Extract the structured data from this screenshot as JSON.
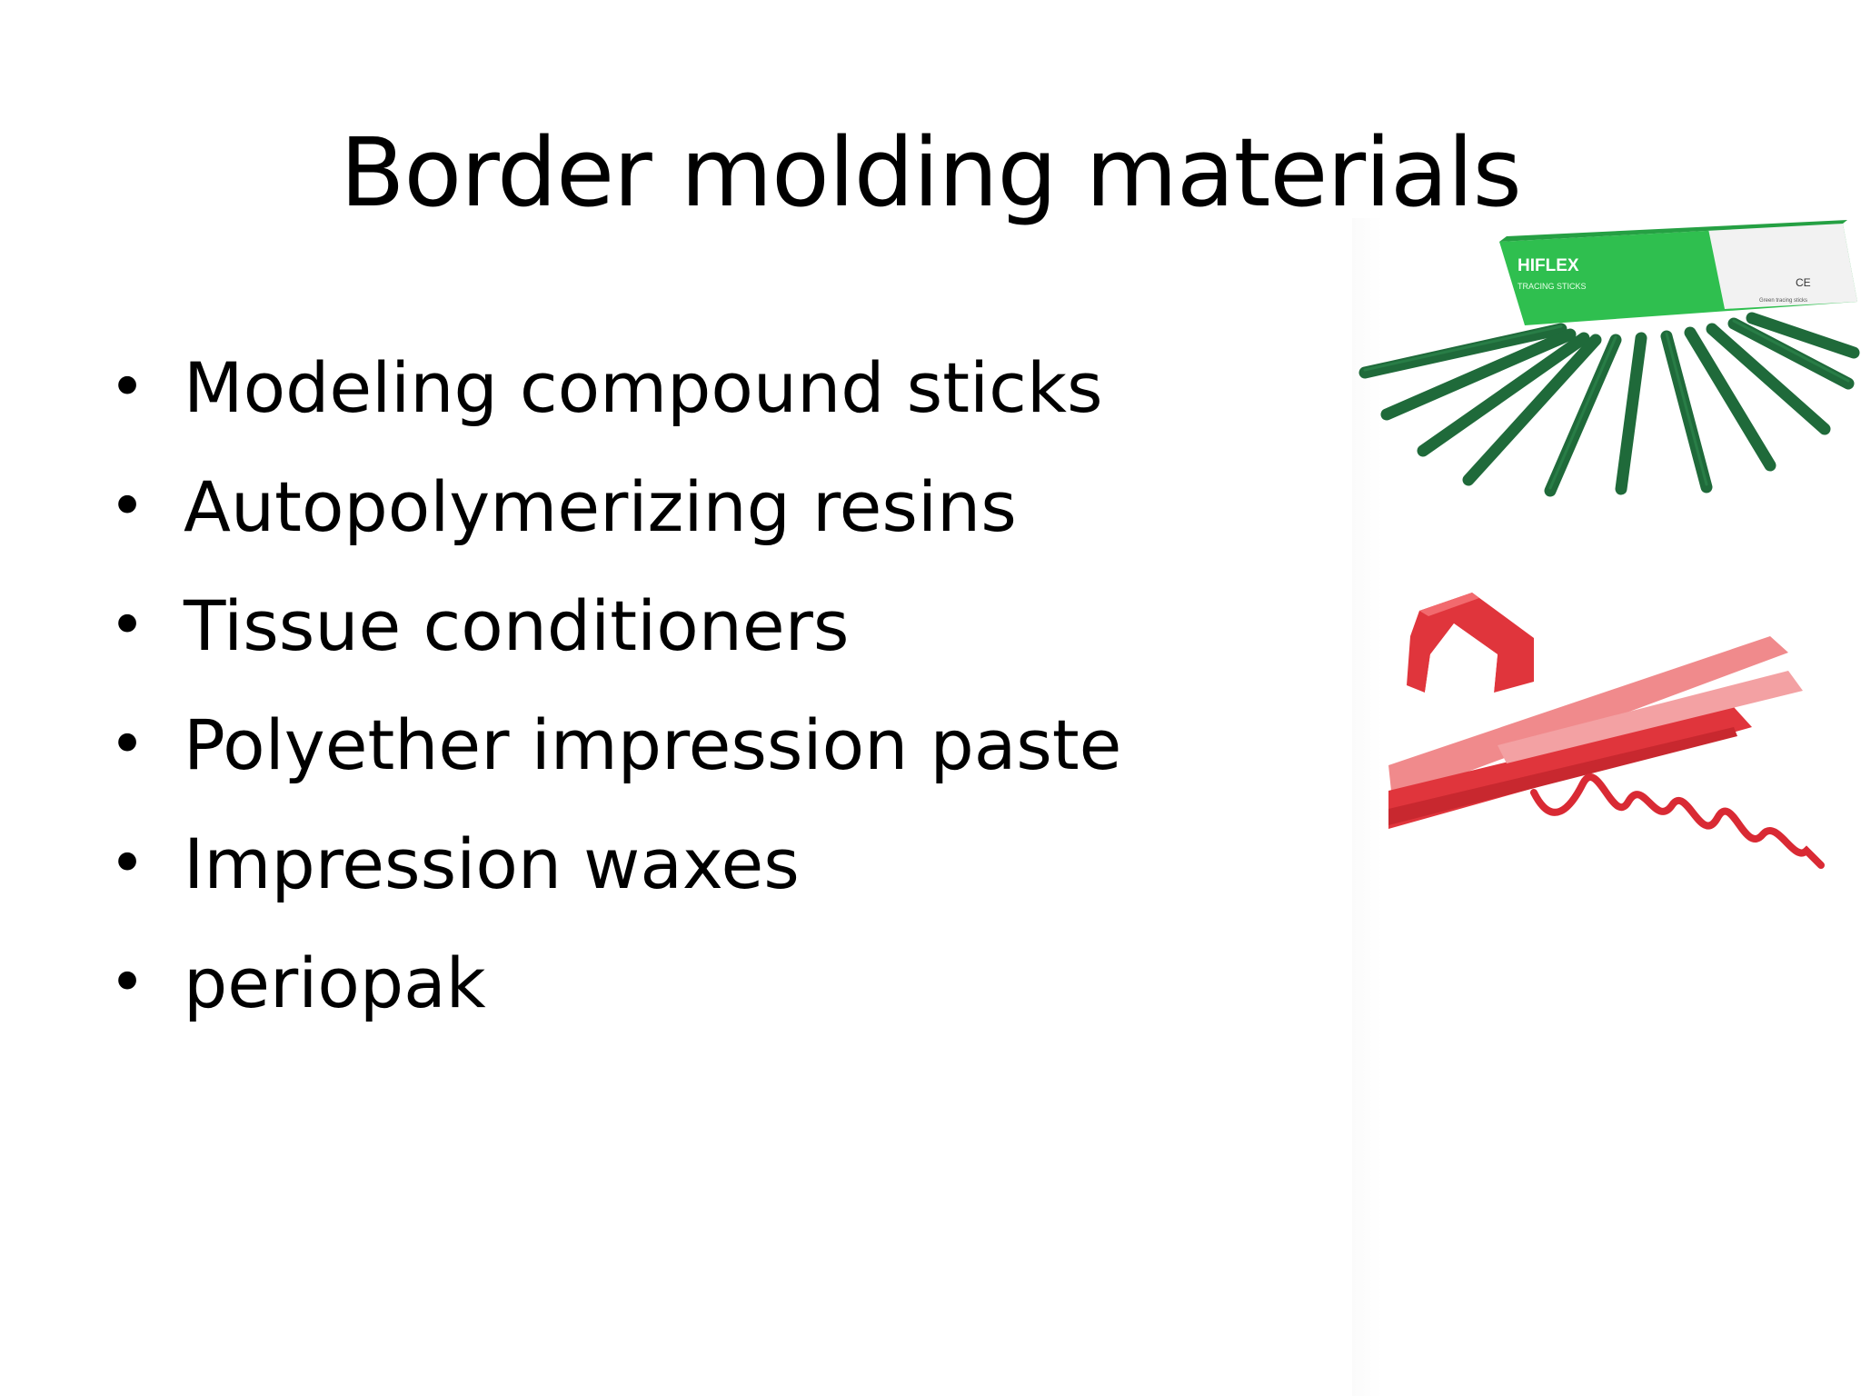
{
  "slide": {
    "title": "Border molding materials",
    "bullets": [
      "Modeling compound sticks",
      "Autopolymerizing resins",
      "Tissue conditioners",
      "Polyether impression paste",
      "Impression waxes",
      "periopak"
    ],
    "bullet_glyph": "•"
  },
  "images": {
    "sticks_photo": {
      "box_brand": "HIFLEX",
      "box_subtitle": "TRACING STICKS",
      "box_mark": "CE",
      "box_label": "Green tracing sticks",
      "colors": {
        "box": "#2fbf4f",
        "sticks": "#1f6a3a"
      }
    },
    "wax_photo": {
      "colors": {
        "wax": "#e0353c",
        "wax_light": "#f08a8c"
      }
    }
  }
}
